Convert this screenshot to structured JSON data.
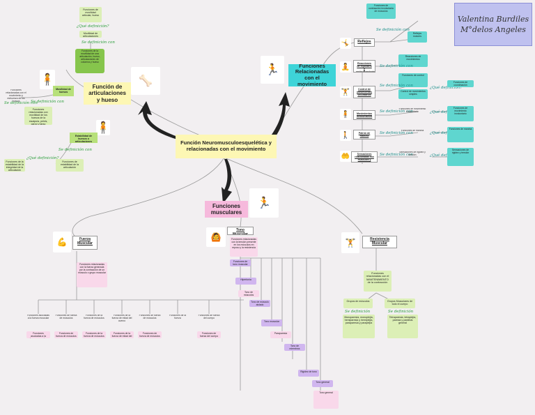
{
  "author": {
    "line1": "Valentina Burdiles",
    "line2": "M°delos Angeles"
  },
  "center": {
    "title": "Función Neuromusculoesquelética y relacionadas con el movimiento"
  },
  "joints": {
    "title": "Función de articulaciones y hueso",
    "movilidad": "Movilidad de huesos",
    "estabilidad": "Estabilidad de huesos o articulaciones",
    "top1": "Funciones de movilidad articular, hueso",
    "q1": "¿Qué definición?",
    "top2": "Movilidad de articulaciones",
    "nota1": "Se definición con",
    "def_large": "Funciones de la movilidad de una articulación, hueso, articulaciones de columna y hueso",
    "se_def": "Se definición con",
    "left_def": "Funciones relacionadas con el movimiento y estructura de los huesos",
    "def_mid": "Funciones relacionadas con movilidad de los huesos de la escápula, pelvis, carpo y tarso",
    "se_def2": "Se definición con",
    "se_def3": "Se definición con",
    "q2": "¿Qué definición?",
    "def_bot": "Funciones de estabilidad de la articulación",
    "left_bot": "Funciones de la estabilidad de la integridad de la articulación"
  },
  "movement": {
    "title": "Funciones Relacionadas con el movimiento",
    "reflejos": "Reflejos",
    "mov_inv": "Reacciones de equilibrio y enderezamiento",
    "ctrl": "Control de movimientos voluntarios",
    "mov_invol": "Movimientos involuntarios",
    "marcha": "Patrón de marcha",
    "sens": "Sensaciones relacionadas con músculos y funciones",
    "se_def": "Se definición con",
    "q": "¿Qué definición?",
    "t1": "Funciones de contracción involuntaria de músculos",
    "t2": "Reflejos motores",
    "t3": "Reacciones de movimientos",
    "t4": "Funciones de control",
    "t5": "Control de movimientos simples",
    "t6": "Funciones de coordinación",
    "t7": "Funciones de movimiento involuntario",
    "t8": "Funciones de marcha",
    "t9": "Sensaciones de rigidez y tensión"
  },
  "muscle": {
    "title": "Funciones musculares",
    "fuerza": "Fuerza Muscular",
    "tono": "Tono Muscular",
    "resistencia": "Resistencia Muscular",
    "fuerza_def": "Funciones relacionadas con la fuerza generada por la contracción de un músculo o grupo muscular",
    "tono_def": "Funciones relacionadas con la tensión presente en los músculos en reposo y la resistencia",
    "res_def": "Funciones relacionadas con el MANTENIMIENTO de la contracción",
    "grupos": "Grupos de músculos",
    "grupos_def": "Monoparesia, monoplejía, hemiparesia y hemiplejía, paraparesia y paraplejía",
    "todo": "Grupos Musculares de todo el cuerpo",
    "todo_def": "Tetraparesia, tetraplejía, paresia y parálisis general",
    "se_def": "Se definición",
    "f_items": [
      "Funciones asociadas a la fuerza muscular",
      "Funciones de fuerza de músculos",
      "Funciones de la fuerza de músculos",
      "Funciones de la fuerza de mitad del cuerpo",
      "Funciones de fuerza de músculos",
      "Funciones de la fuerza",
      "Funciones de fuerza del cuerpo"
    ],
    "t_items": [
      "Funciones de tono muscular",
      "Hipertonía",
      "Tono de músculos",
      "Tono de músculo aislado",
      "Tono muscular",
      "Paraparesia",
      "Tono de miembros",
      "Rigidez de tono",
      "Tono general"
    ]
  }
}
